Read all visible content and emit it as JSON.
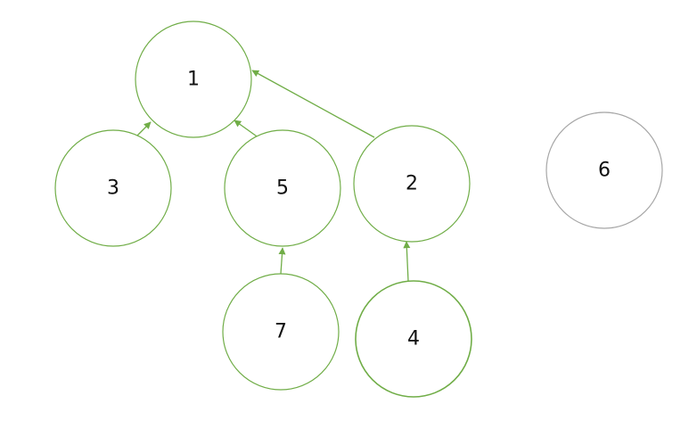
{
  "diagram": {
    "edge_color": "#70ad47",
    "isolated_color": "#a6a6a6",
    "nodes": [
      {
        "id": "1",
        "label": "1"
      },
      {
        "id": "3",
        "label": "3"
      },
      {
        "id": "5",
        "label": "5"
      },
      {
        "id": "2",
        "label": "2"
      },
      {
        "id": "6",
        "label": "6"
      },
      {
        "id": "7",
        "label": "7"
      },
      {
        "id": "4",
        "label": "4"
      }
    ],
    "edges": [
      {
        "from": "3",
        "to": "1"
      },
      {
        "from": "5",
        "to": "1"
      },
      {
        "from": "2",
        "to": "1"
      },
      {
        "from": "7",
        "to": "5"
      },
      {
        "from": "4",
        "to": "2"
      }
    ]
  }
}
